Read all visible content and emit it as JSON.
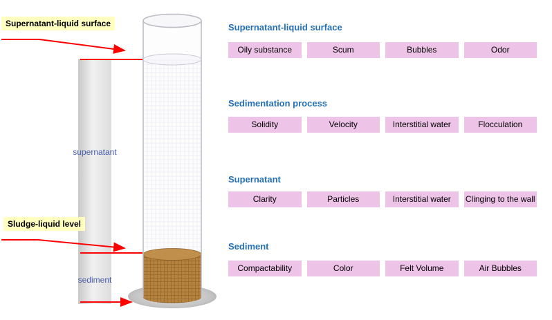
{
  "diagram": {
    "surface_label": "Supernatant-liquid surface",
    "sludge_label": "Sludge-liquid level",
    "supernatant_text": "supernatant",
    "sediment_text": "sediment"
  },
  "panel": {
    "sections": [
      {
        "heading": "Supernatant-liquid surface",
        "items": [
          "Oily substance",
          "Scum",
          "Bubbles",
          "Odor"
        ]
      },
      {
        "heading": "Sedimentation process",
        "items": [
          "Solidity",
          "Velocity",
          "Interstitial water",
          "Flocculation"
        ]
      },
      {
        "heading": "Supernatant",
        "items": [
          "Clarity",
          "Particles",
          "Interstitial water",
          "Clinging to the wall"
        ]
      },
      {
        "heading": "Sediment",
        "items": [
          "Compactability",
          "Color",
          "Felt Volume",
          "Air Bubbles"
        ]
      }
    ]
  },
  "colors": {
    "heading_blue": "#2570B4",
    "box_pink": "#EDC3E7",
    "label_yellow": "#FFFFC0",
    "arrow_red": "#FF0000",
    "sediment_brown": "#B5823F",
    "bar_text_blue": "#4A5FAE"
  }
}
